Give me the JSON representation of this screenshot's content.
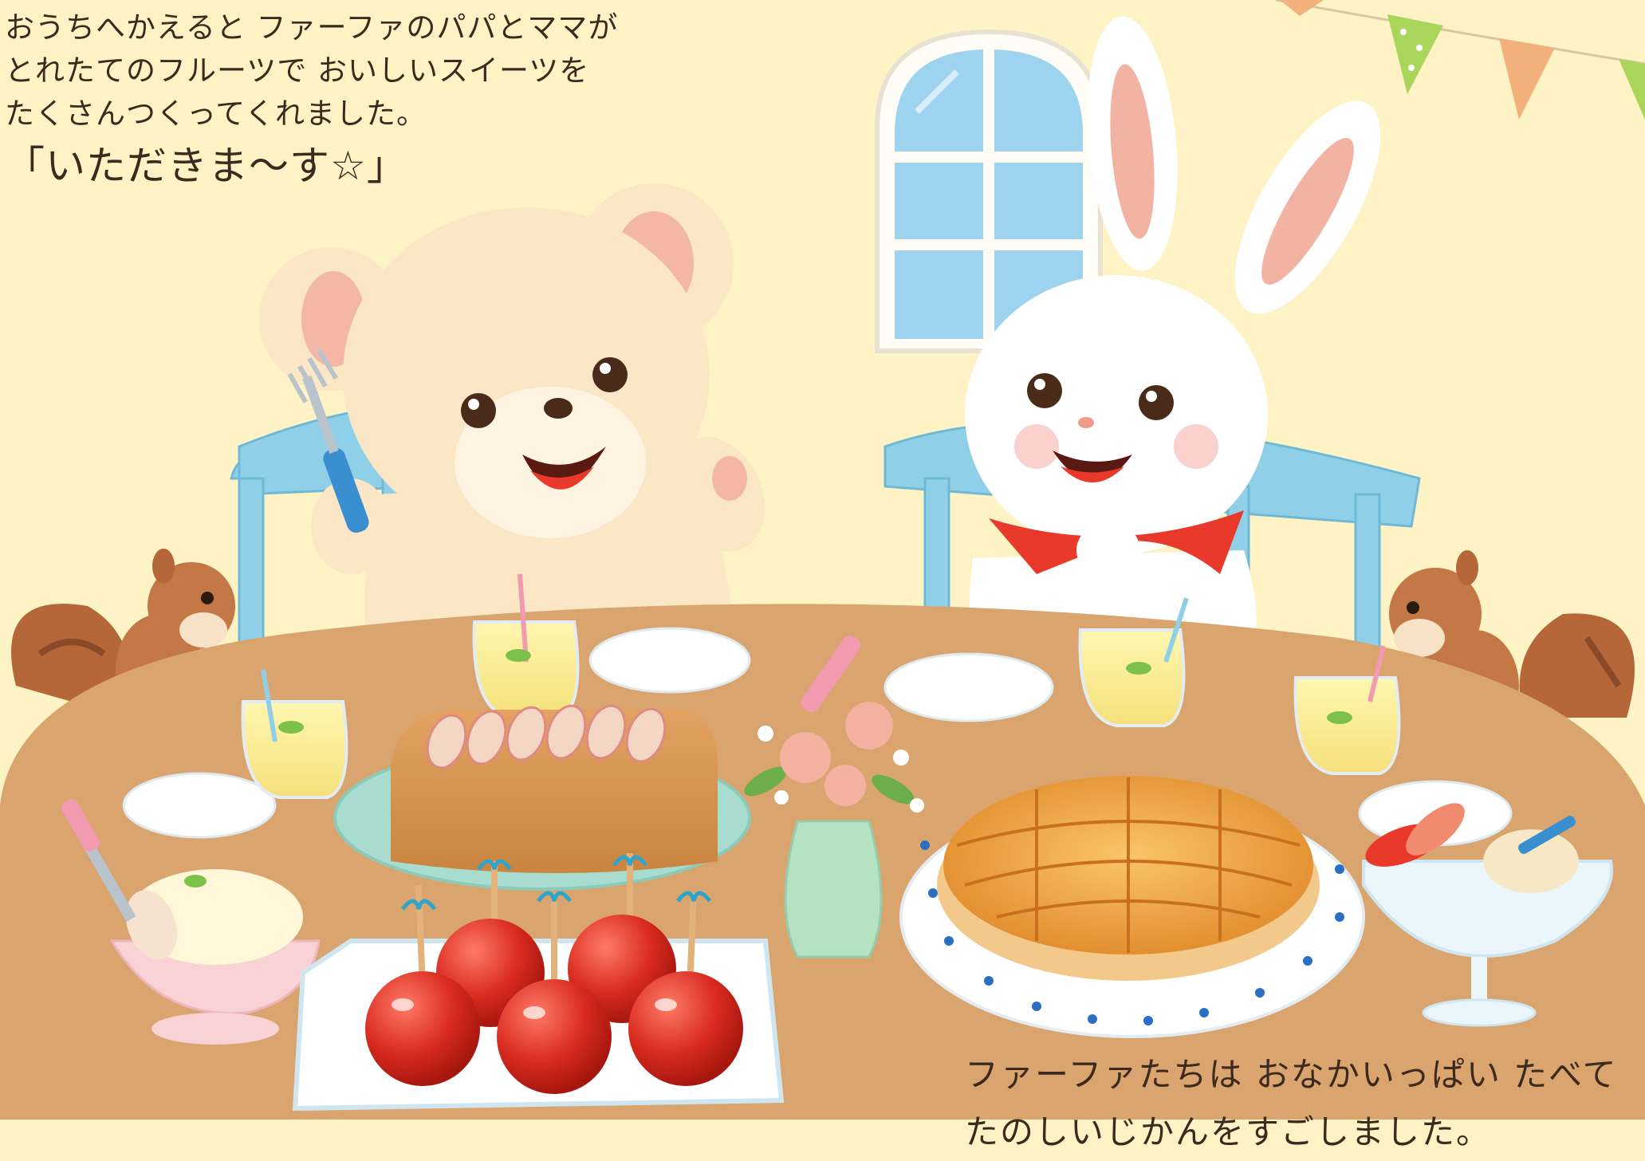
{
  "story_top": {
    "line1": "おうちへかえると ファーファのパパとママが",
    "line2": "とれたてのフルーツで おいしいスイーツを",
    "line3": "たくさんつくってくれました。",
    "line4": "「いただきま〜す☆」"
  },
  "story_bottom": {
    "line1": "ファーファたちは おなかいっぱい たべて",
    "line2": "たのしいじかんをすごしました。"
  },
  "colors": {
    "wall": "#fdf3c4",
    "table": "#d9a46e",
    "chair": "#8fd0e8",
    "bear_fur": "#fbe6c6",
    "rabbit_fur": "#ffffff",
    "scarf": "#e8392a",
    "candy_apple": "#d92b20",
    "squirrel": "#b5673a",
    "pie": "#f0a040"
  }
}
